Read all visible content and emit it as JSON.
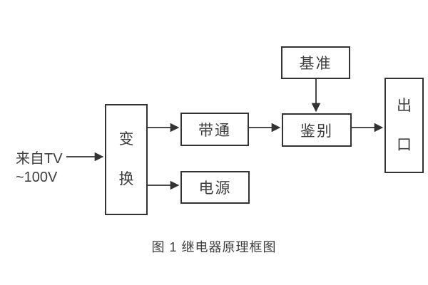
{
  "figure": {
    "caption": "图 1  继电器原理框图",
    "input": {
      "line1": "来自TV",
      "line2": "~100V"
    },
    "blocks": {
      "transform": "变换",
      "bandpass": "带通",
      "power": "电源",
      "reference": "基准",
      "discriminator": "鉴别",
      "output": "出口"
    },
    "connectors": [
      "input-to-transform",
      "transform-to-bandpass",
      "transform-to-power",
      "bandpass-to-discriminator",
      "reference-to-discriminator",
      "discriminator-to-output"
    ],
    "colors": {
      "line": "#333333",
      "text": "#3d3d3d",
      "background": "#ffffff"
    }
  }
}
